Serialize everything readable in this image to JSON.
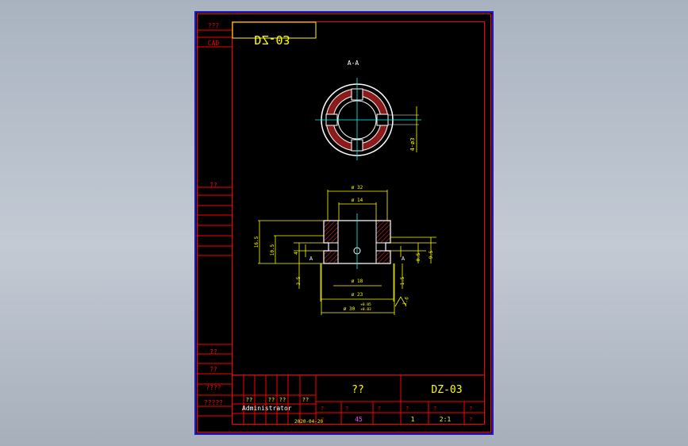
{
  "drawing": {
    "stamp_code": "DZ-03",
    "section_label": "A-A",
    "view_label": "A"
  },
  "left_strip": {
    "label_1": "???",
    "label_2": "CAD",
    "label_3": "??",
    "label_4": "??",
    "label_5": "??",
    "label_6": "????",
    "label_7": "?????"
  },
  "dimensions": {
    "phi_32": "ø 32",
    "phi_14": "ø 14",
    "phi_18": "ø 18",
    "phi_23": "ø 23",
    "phi_30": "ø 30",
    "phi_30_tol_top": "+0.05",
    "phi_30_tol_bot": "+0.03",
    "h_16_5": "16.5",
    "h_10_5": "10.5",
    "h_4": "4",
    "h_3_5": "3.5",
    "r_0_5": "0.5",
    "r_9_5": "9.5",
    "r_1_5": "1.5",
    "holes": "4-ø3",
    "finish": "1.6"
  },
  "title_block": {
    "part_name": "??",
    "part_code": "DZ-03",
    "header_q1": "??",
    "header_q2": "??",
    "header_q3": "??",
    "header_q4": "??",
    "author": "Administrator",
    "date": "2020-04-20",
    "material": "45",
    "quantity": "1",
    "scale": "2:1",
    "cell_q": "?"
  },
  "colors": {
    "border": "#ff0000",
    "outline": "#ffffff",
    "dimension": "#ffff00",
    "centerline": "#00ffff",
    "section": "#8b1a1a",
    "hatch": "#ff3030",
    "material_text": "#ff44ff",
    "frame": "#1a1acc"
  }
}
